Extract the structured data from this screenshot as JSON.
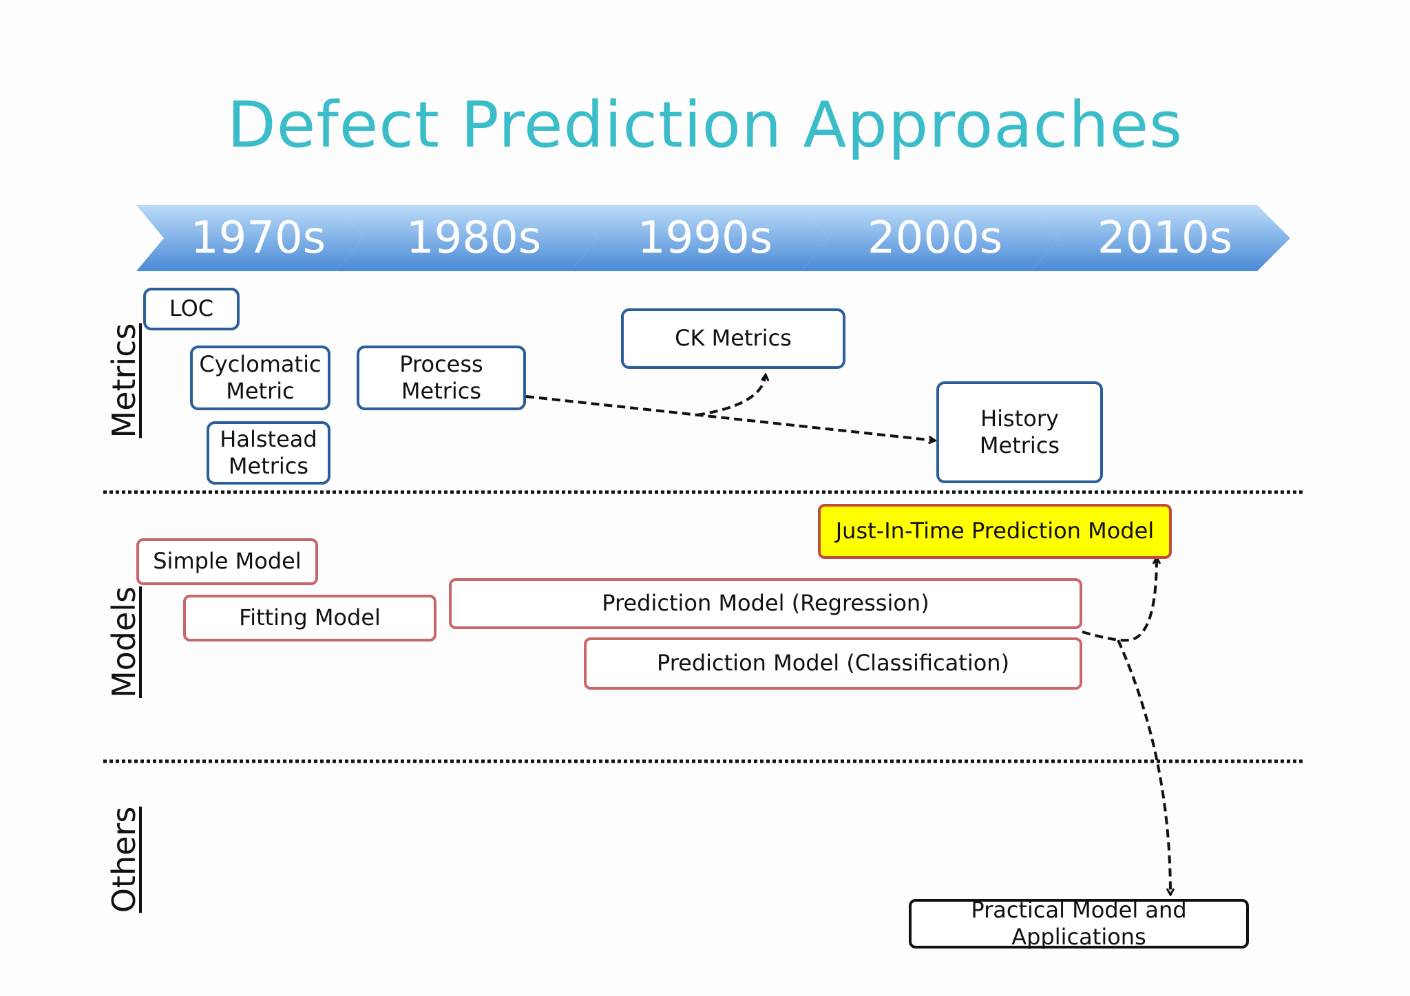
{
  "title": "Defect Prediction Approaches",
  "timeline": [
    "1970s",
    "1980s",
    "1990s",
    "2000s",
    "2010s"
  ],
  "sections": {
    "metrics": "Metrics",
    "models": "Models",
    "others": "Others"
  },
  "metrics": {
    "loc": "LOC",
    "cyclomatic": "Cyclomatic\nMetric",
    "halstead": "Halstead\nMetrics",
    "process": "Process\nMetrics",
    "ck": "CK Metrics",
    "history": "History\nMetrics"
  },
  "models": {
    "simple": "Simple Model",
    "fitting": "Fitting Model",
    "regression": "Prediction Model (Regression)",
    "classification": "Prediction Model (Classification)",
    "jit": "Just-In-Time Prediction Model"
  },
  "others": {
    "practical": "Practical Model and Applications"
  },
  "colors": {
    "title": "#3bbcc9",
    "metric_border": "#2b5f97",
    "model_border": "#c9666a",
    "jit_fill": "#ffff00",
    "arrow_fill_top": "#b3d6f7",
    "arrow_fill_bottom": "#4f8fd8"
  }
}
